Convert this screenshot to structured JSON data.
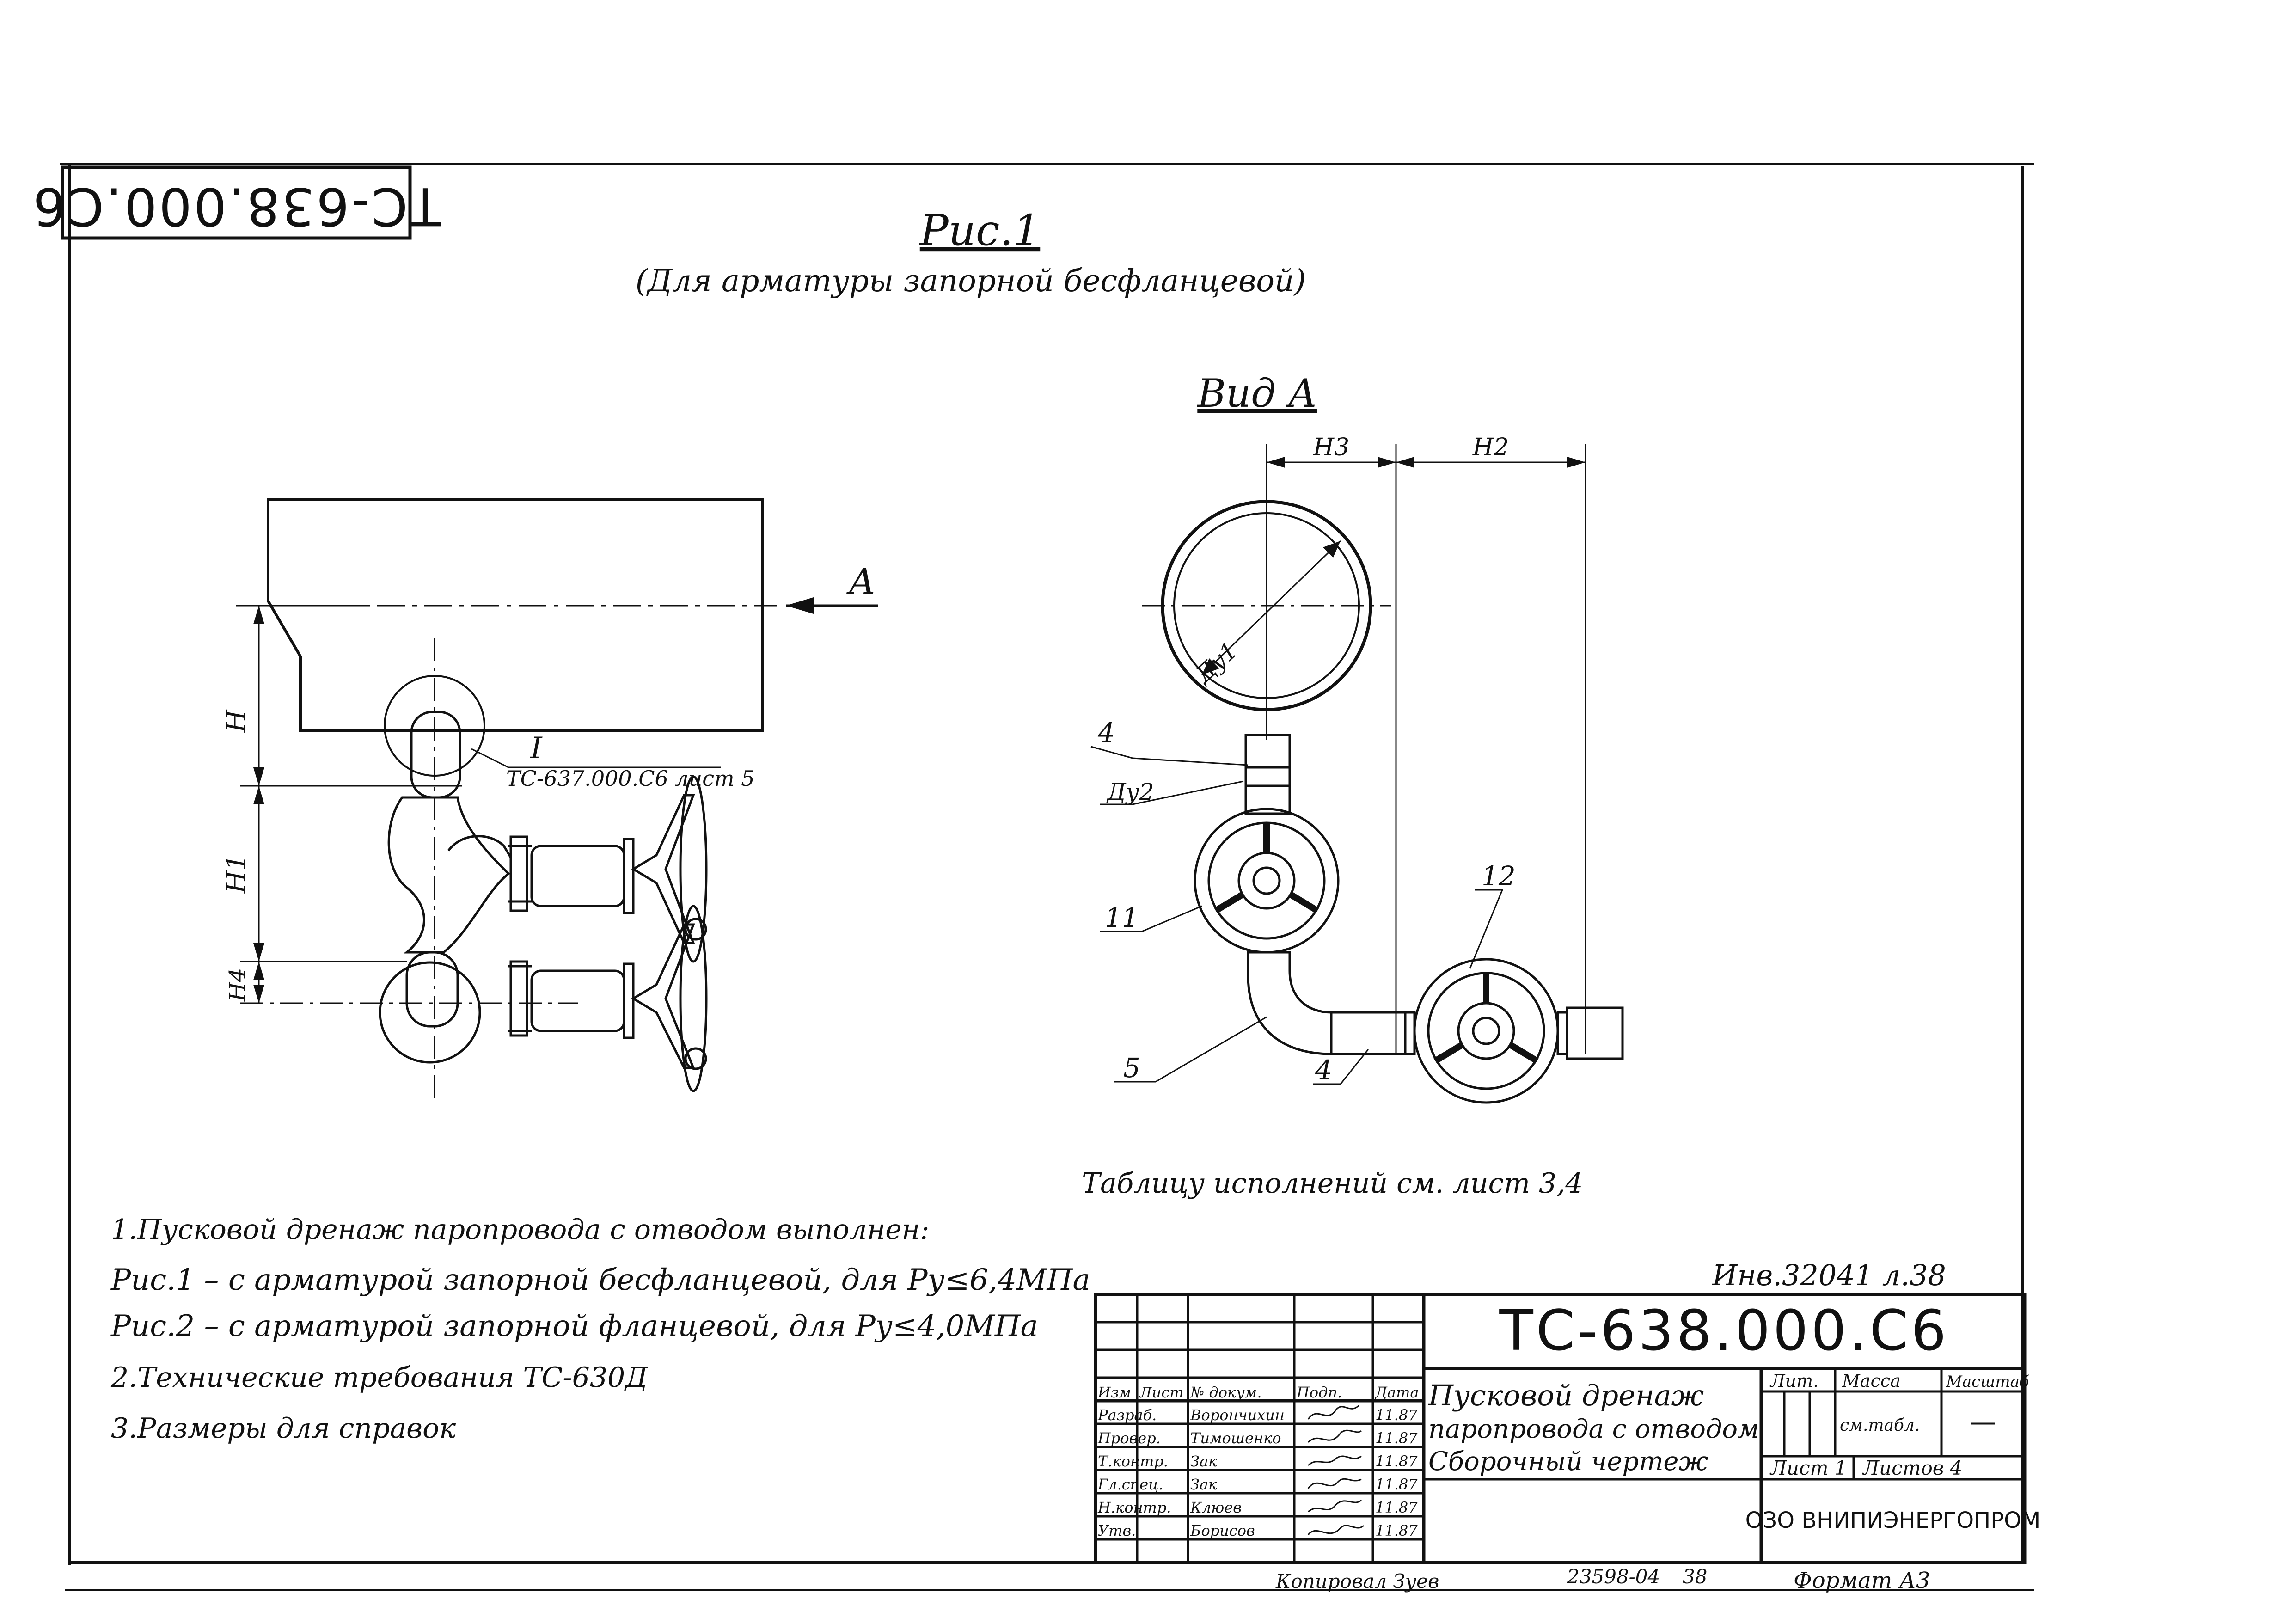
{
  "stamp_corner": "ТС-638.000.С6",
  "figure": {
    "title": "Рис.1",
    "subtitle": "(Для арматуры запорной бесфланцевой)"
  },
  "view": {
    "title": "Вид А"
  },
  "labels": {
    "arrow_a": "А",
    "H": "H",
    "H1": "H1",
    "H4": "H4",
    "H2": "H2",
    "H3": "H3",
    "Du1": "Ду1",
    "Du2": "Ду2",
    "detail_I": "I",
    "detail_ref": "ТС-637.000.С6 лист 5",
    "pos_4a": "4",
    "pos_11": "11",
    "pos_5": "5",
    "pos_4b": "4",
    "pos_12": "12"
  },
  "table_ref": "Таблицу исполнений см. лист 3,4",
  "notes": [
    "1.Пусковой дренаж паропровода с отводом выполнен:",
    "Рис.1 – с арматурой запорной бесфланцевой, для Ру≤6,4МПа",
    "Рис.2 – с арматурой запорной фланцевой, для Ру≤4,0МПа",
    "2.Технические требования ТС-630Д",
    "3.Размеры для справок"
  ],
  "title_block": {
    "inv_ref": "Инв.32041 л.38",
    "doc_code": "ТС-638.000.С6",
    "name_lines": [
      "Пусковой дренаж",
      "паропровода с отводом",
      "Сборочный чертеж"
    ],
    "col_headers": [
      "Изм",
      "Лист",
      "№ докум.",
      "Подп.",
      "Дата"
    ],
    "rows": [
      {
        "role": "Разраб.",
        "name": "Ворончихин",
        "date": "11.87"
      },
      {
        "role": "Провер.",
        "name": "Тимошенко",
        "date": "11.87"
      },
      {
        "role": "Т.контр.",
        "name": "Зак",
        "date": "11.87"
      },
      {
        "role": "Гл.спец.",
        "name": "Зак",
        "date": "11.87"
      },
      {
        "role": "Н.контр.",
        "name": "Клюев",
        "date": "11.87"
      },
      {
        "role": "Утв.",
        "name": "Борисов",
        "date": "11.87"
      }
    ],
    "lit_label": "Лит.",
    "mass_label": "Масса",
    "scale_label": "Масштаб",
    "mass_value": "см.табл.",
    "scale_value": "—",
    "sheet_label": "Лист 1",
    "sheets_label": "Листов 4",
    "org": "ОЗО ВНИПИЭНЕРГОПРОМ"
  },
  "footer": {
    "copied": "Копировал Зуев",
    "order": "23598-04",
    "order_sheet": "38",
    "format": "Формат А3"
  }
}
